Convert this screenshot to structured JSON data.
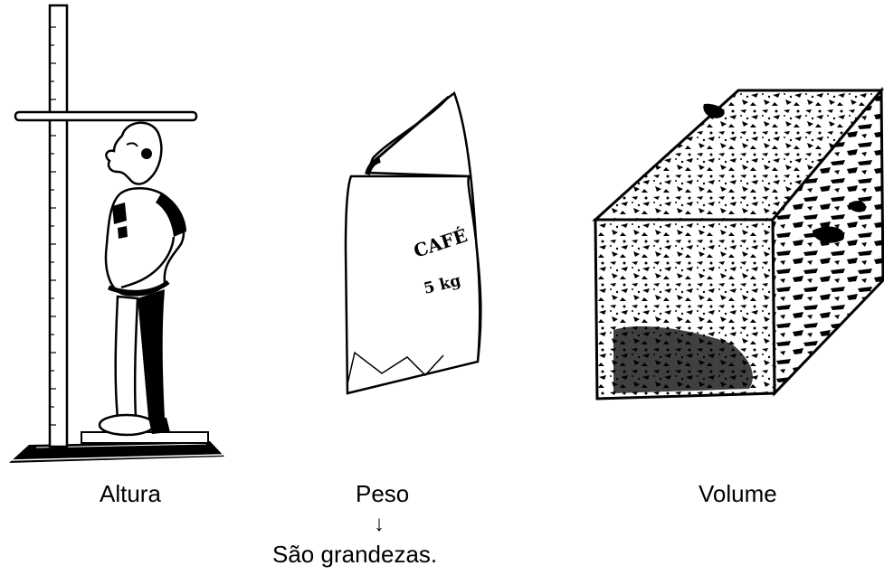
{
  "labels": {
    "altura": "Altura",
    "peso": "Peso",
    "volume": "Volume"
  },
  "arrow": "↓",
  "conclusion": "São grandezas.",
  "bag_text": {
    "line1": "CAFÉ",
    "line2": "5 kg"
  },
  "icons": [
    "height-measuring-scale-with-person-illustration",
    "coffee-bag-illustration",
    "box-cube-illustration"
  ]
}
